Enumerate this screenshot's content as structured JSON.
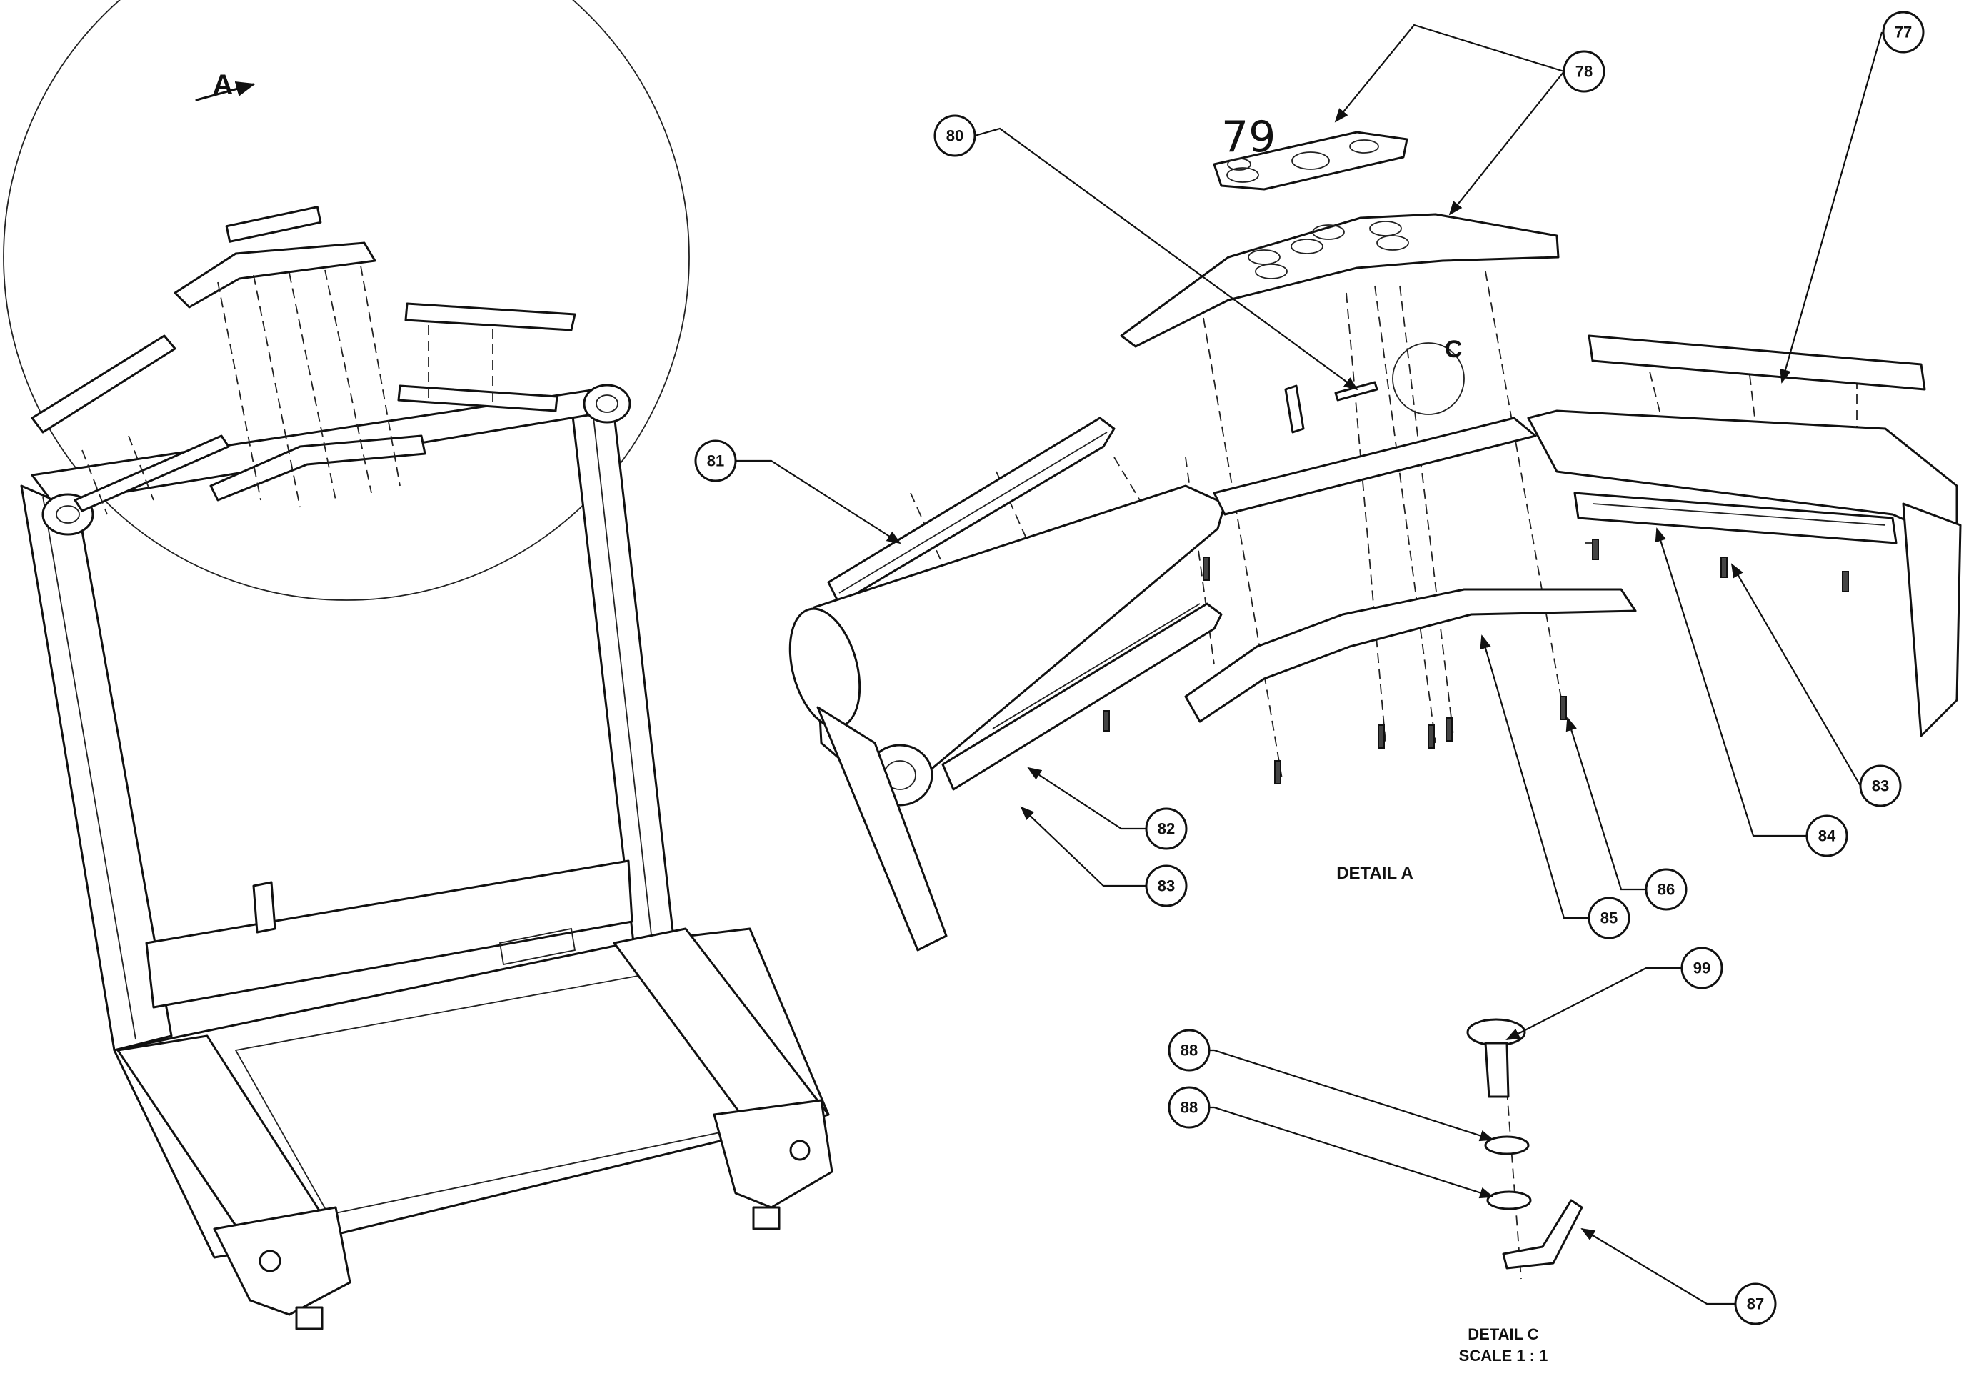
{
  "view_label": "A",
  "detail_c_marker": "C",
  "handwritten_note": "79",
  "detail_a_caption": "DETAIL A",
  "detail_c_caption": "DETAIL C",
  "detail_c_scale": "SCALE 1 : 1",
  "callouts": {
    "c77": "77",
    "c78": "78",
    "c80": "80",
    "c81": "81",
    "c82": "82",
    "c83_left": "83",
    "c83_right": "83",
    "c84": "84",
    "c85": "85",
    "c86": "86",
    "c99": "99",
    "c88_top": "88",
    "c88_bottom": "88",
    "c87": "87"
  }
}
